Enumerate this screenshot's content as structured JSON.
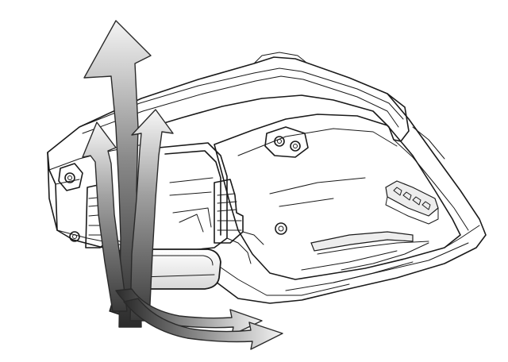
{
  "illustration": {
    "subject": "device-underside-strap-installation",
    "arrow_count": 5,
    "colors": {
      "line": "#1a1a1a",
      "background": "#ffffff",
      "arrow_dark": "#2b2b2b",
      "arrow_light": "#f4f4f4"
    },
    "icons": [
      "up-arrow-icon",
      "curved-arrow-icon",
      "strap-loop",
      "hand-strap-pad"
    ]
  }
}
